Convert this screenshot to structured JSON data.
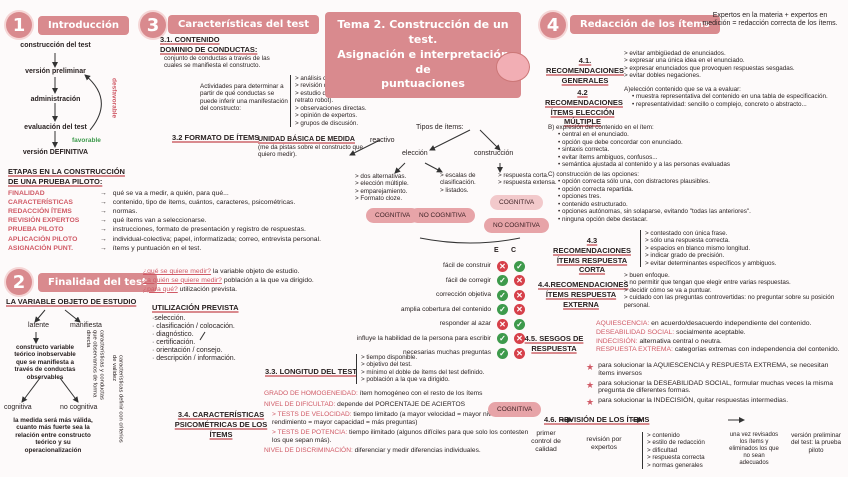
{
  "colors": {
    "accent": "#d98a8e",
    "ok": "#3e9a4c",
    "no": "#d6404a"
  },
  "title": [
    "Tema 2. Construcción de un test.",
    "Asignación e interpretación de",
    "puntuaciones"
  ],
  "sections": [
    {
      "num": "1",
      "title": "Introducción"
    },
    {
      "num": "2",
      "title": "Finalidad del test"
    },
    {
      "num": "3",
      "title": "Características del test"
    },
    {
      "num": "4",
      "title": "Redacción de los ítems"
    }
  ],
  "intro": {
    "cycle": [
      "construcción del test",
      "versión preliminar",
      "administración",
      "evaluación del test",
      "versión DEFINITIVA"
    ],
    "desfavorable": "desfavorable",
    "favorable": "favorable",
    "etapas_title": "ETAPAS EN LA CONSTRUCCIÓN DE UNA PRUEBA PILOTO:",
    "etapas": [
      {
        "k": "FINALIDAD",
        "v": "qué se va a medir, a quién, para qué..."
      },
      {
        "k": "CARACTERÍSTICAS",
        "v": "contenido, tipo de ítems, cuántos, caracteres, psicométricas."
      },
      {
        "k": "REDACCIÓN ÍTEMS",
        "v": "normas."
      },
      {
        "k": "REVISIÓN EXPERTOS",
        "v": "qué ítems van a seleccionarse."
      },
      {
        "k": "PRUEBA PILOTO",
        "v": "instrucciones, formato de presentación y registro de respuestas."
      },
      {
        "k": "APLICACIÓN PILOTO",
        "v": "individual-colectiva; papel, informatizada; correo, entrevista personal."
      },
      {
        "k": "ASIGNACIÓN PUNT.",
        "v": "ítems y puntuación en el test."
      }
    ]
  },
  "finalidad": {
    "variable_title": "LA VARIABLE OBJETO DE ESTUDIO",
    "latente": "latente",
    "manifiesta": "manifiesta",
    "constructo": "constructo variable teórico inobservable que se manifiesta a través de conductas observables",
    "side1": "características y conductas que observamos de forma directa",
    "side2": "características definir con criterios de validez",
    "cognitiva": "cognitiva",
    "nocognitiva": "no cognitiva",
    "medida": "la medida será más válida, cuanto más fuerte sea la relación entre constructo teórico y su operacionalización",
    "questions": [
      {
        "q": "¿qué se quiere medir?",
        "a": "la variable objeto de estudio."
      },
      {
        "q": "¿a quién se quiere medir?",
        "a": "población a la que va dirigido."
      },
      {
        "q": "¿para qué?",
        "a": "utilización prevista."
      }
    ],
    "util_title": "UTILIZACIÓN PREVISTA",
    "util": [
      "·selección.",
      "· clasificación / colocación.",
      "· diagnóstico.",
      "· certificación.",
      "· orientación / consejo.",
      "· descripción / información."
    ]
  },
  "caract": {
    "c31": "3.1. CONTENIDO",
    "dominio": "DOMINIO DE CONDUCTAS:",
    "dominio_desc": "conjunto de conductas a través de las cuales se manifiesta el constructo.",
    "actividades": "Actividades para determinar a partir de qué conductas se puede inferir una manifestación del constructo:",
    "acts": [
      "análisis de contenido.",
      "revisión de investigaciones.",
      "estudio de incidentes críticos (extremos retrato robot).",
      "observaciones directas.",
      "opinión de expertos.",
      "grupos de discusión."
    ],
    "c32": "3.2 FORMATO DE ÍTEMS",
    "unidad": "UNIDAD BÁSICA DE MEDIDA",
    "unidad_desc": "(me da pistas sobre el constructo que quiero medir).",
    "reactivo": "reactivo",
    "tipos": "Tipos de ítems:",
    "eleccion": "elección",
    "construccion": "construcción",
    "el_list": [
      "dos alternativas.",
      "elección múltiple.",
      "emparejamiento.",
      "Formato cloze."
    ],
    "el_list2": [
      "escalas de clasificación.",
      "listados."
    ],
    "co_list": [
      "respuesta corta.",
      "respuesta extensa."
    ],
    "cog": "COGNITIVA",
    "nocog": "NO COGNITIVA",
    "E": "E",
    "C": "C",
    "table": [
      {
        "k": "fácil de construir",
        "e": "no",
        "c": "ok"
      },
      {
        "k": "fácil de corregir",
        "e": "ok",
        "c": "no"
      },
      {
        "k": "corrección objetiva",
        "e": "ok",
        "c": "no"
      },
      {
        "k": "amplia cobertura del contenido",
        "e": "ok",
        "c": "no"
      },
      {
        "k": "responder al azar",
        "e": "no",
        "c": "ok"
      },
      {
        "k": "influye la habilidad de la persona para escribir",
        "e": "ok",
        "c": "no"
      },
      {
        "k": "necesarias muchas preguntas",
        "e": "ok",
        "c": "no"
      }
    ],
    "c33": "3.3. LONGITUD DEL TEST",
    "long": [
      "tiempo disponible.",
      "objetivo del test.",
      "mínimo el doble de ítems del test definido.",
      "población a la que va dirigido."
    ],
    "c34": "3.4. CARACTERÍSTICAS PSICOMÉTRICAS DE LOS ÍTEMS",
    "psico": [
      {
        "k": "GRADO DE HOMOGENEIDAD:",
        "v": "ítem homogéneo con el resto de los ítems"
      },
      {
        "k": "NIVEL DE DIFICULTAD:",
        "v": "depende del PORCENTAJE DE ACIERTOS"
      },
      {
        "k": "TESTS DE VELOCIDAD:",
        "v": "tiempo limitado (a mayor velocidad = mayor nivel de rendimiento = mayor capacidad = más preguntas)"
      },
      {
        "k": "TESTS DE POTENCIA:",
        "v": "tiempo ilimitado (algunos difíciles para que solo los contesten los que sepan más)."
      },
      {
        "k": "NIVEL DE DISCRIMINACIÓN:",
        "v": "diferenciar y medir diferencias individuales."
      }
    ]
  },
  "redaccion": {
    "expertos": "Expertos en la materia + expertos en medición = redacción correcta de los ítems.",
    "r41": "4.1. RECOMENDACIONES GENERALES",
    "gen": [
      "evitar ambigüedad de enunciados.",
      "expresar una única idea en el enunciado.",
      "expresar enunciados que provoquen respuestas sesgadas.",
      "evitar dobles negaciones."
    ],
    "r42": "4.2 RECOMENDACIONES ÍTEMS ELECCIÓN MÚLTIPLE",
    "a": "A)elección contenido que se va a evaluar:",
    "a_list": [
      "muestra representativa del contenido en una tabla de especificación.",
      "representatividad: sencillo o complejo, concreto o abstracto..."
    ],
    "b": "B) expresión del contenido en el ítem:",
    "b_list": [
      "central en el enunciado.",
      "opción que debe concordar con enunciado.",
      "sintaxis correcta.",
      "evitar ítems ambiguos, confusos...",
      "semántica ajustada al contenido y a las personas evaluadas"
    ],
    "c": "C) construcción de las opciones:",
    "c_list": [
      "opción correcta sólo una, con distractores plausibles.",
      "opción correcta repartida.",
      "opciones  tres.",
      "contenido estructurado.",
      "opciones autónomas, sin solaparse, evitando \"todas las anteriores\".",
      "ninguna opción debe destacar."
    ],
    "r43": "4.3 RECOMENDACIONES ÍTEMS RESPUESTA CORTA",
    "corta": [
      "contestado con única frase.",
      "sólo una respuesta correcta.",
      "espacios en blanco mismo longitud.",
      "indicar grado de precisión.",
      "evitar determinantes específicos y ambiguos."
    ],
    "r44": "4.4.RECOMENDACIONES ÍTEMS RESPUESTA EXTERNA",
    "ext": [
      "buen enfoque.",
      "no permitir que tengan que elegir entre varias respuestas.",
      "decidir cómo se va a puntuar.",
      "cuidado con las preguntas controvertidas: no preguntar sobre su posición personal."
    ],
    "r45": "4.5. SESGOS DE RESPUESTA",
    "sesgos": [
      {
        "k": "AQUIESCENCIA:",
        "v": "en acuerdo/desacuerdo independiente del contenido."
      },
      {
        "k": "DESEABILIDAD SOCIAL:",
        "v": "socialmente aceptable."
      },
      {
        "k": "INDECISIÓN:",
        "v": "alternativa central o neutra."
      },
      {
        "k": "RESPUESTA EXTREMA:",
        "v": "categorías extremas con independencia del contenido."
      }
    ],
    "para": [
      "para solucionar la AQUIESCENCIA y RESPUESTA EXTREMA, se necesitan ítems inversos",
      "para solucionar la DESEABILIDAD SOCIAL, formular muchas veces la misma pregunta de diferentes formas.",
      "para solucionar la INDECISIÓN, quitar respuestas intermedias."
    ],
    "r46": "4.6. REVISIÓN DE LOS ÍTEMS",
    "flow": [
      "primer control de calidad",
      "revisión por expertos",
      "una vez revisados los ítems y eliminados los que no sean adecuados",
      "versión preliminar del test: la prueba piloto"
    ],
    "flow_list": [
      "contenido",
      "estilo de redacción",
      "dificultad",
      "respuesta correcta",
      "normas generales"
    ]
  }
}
